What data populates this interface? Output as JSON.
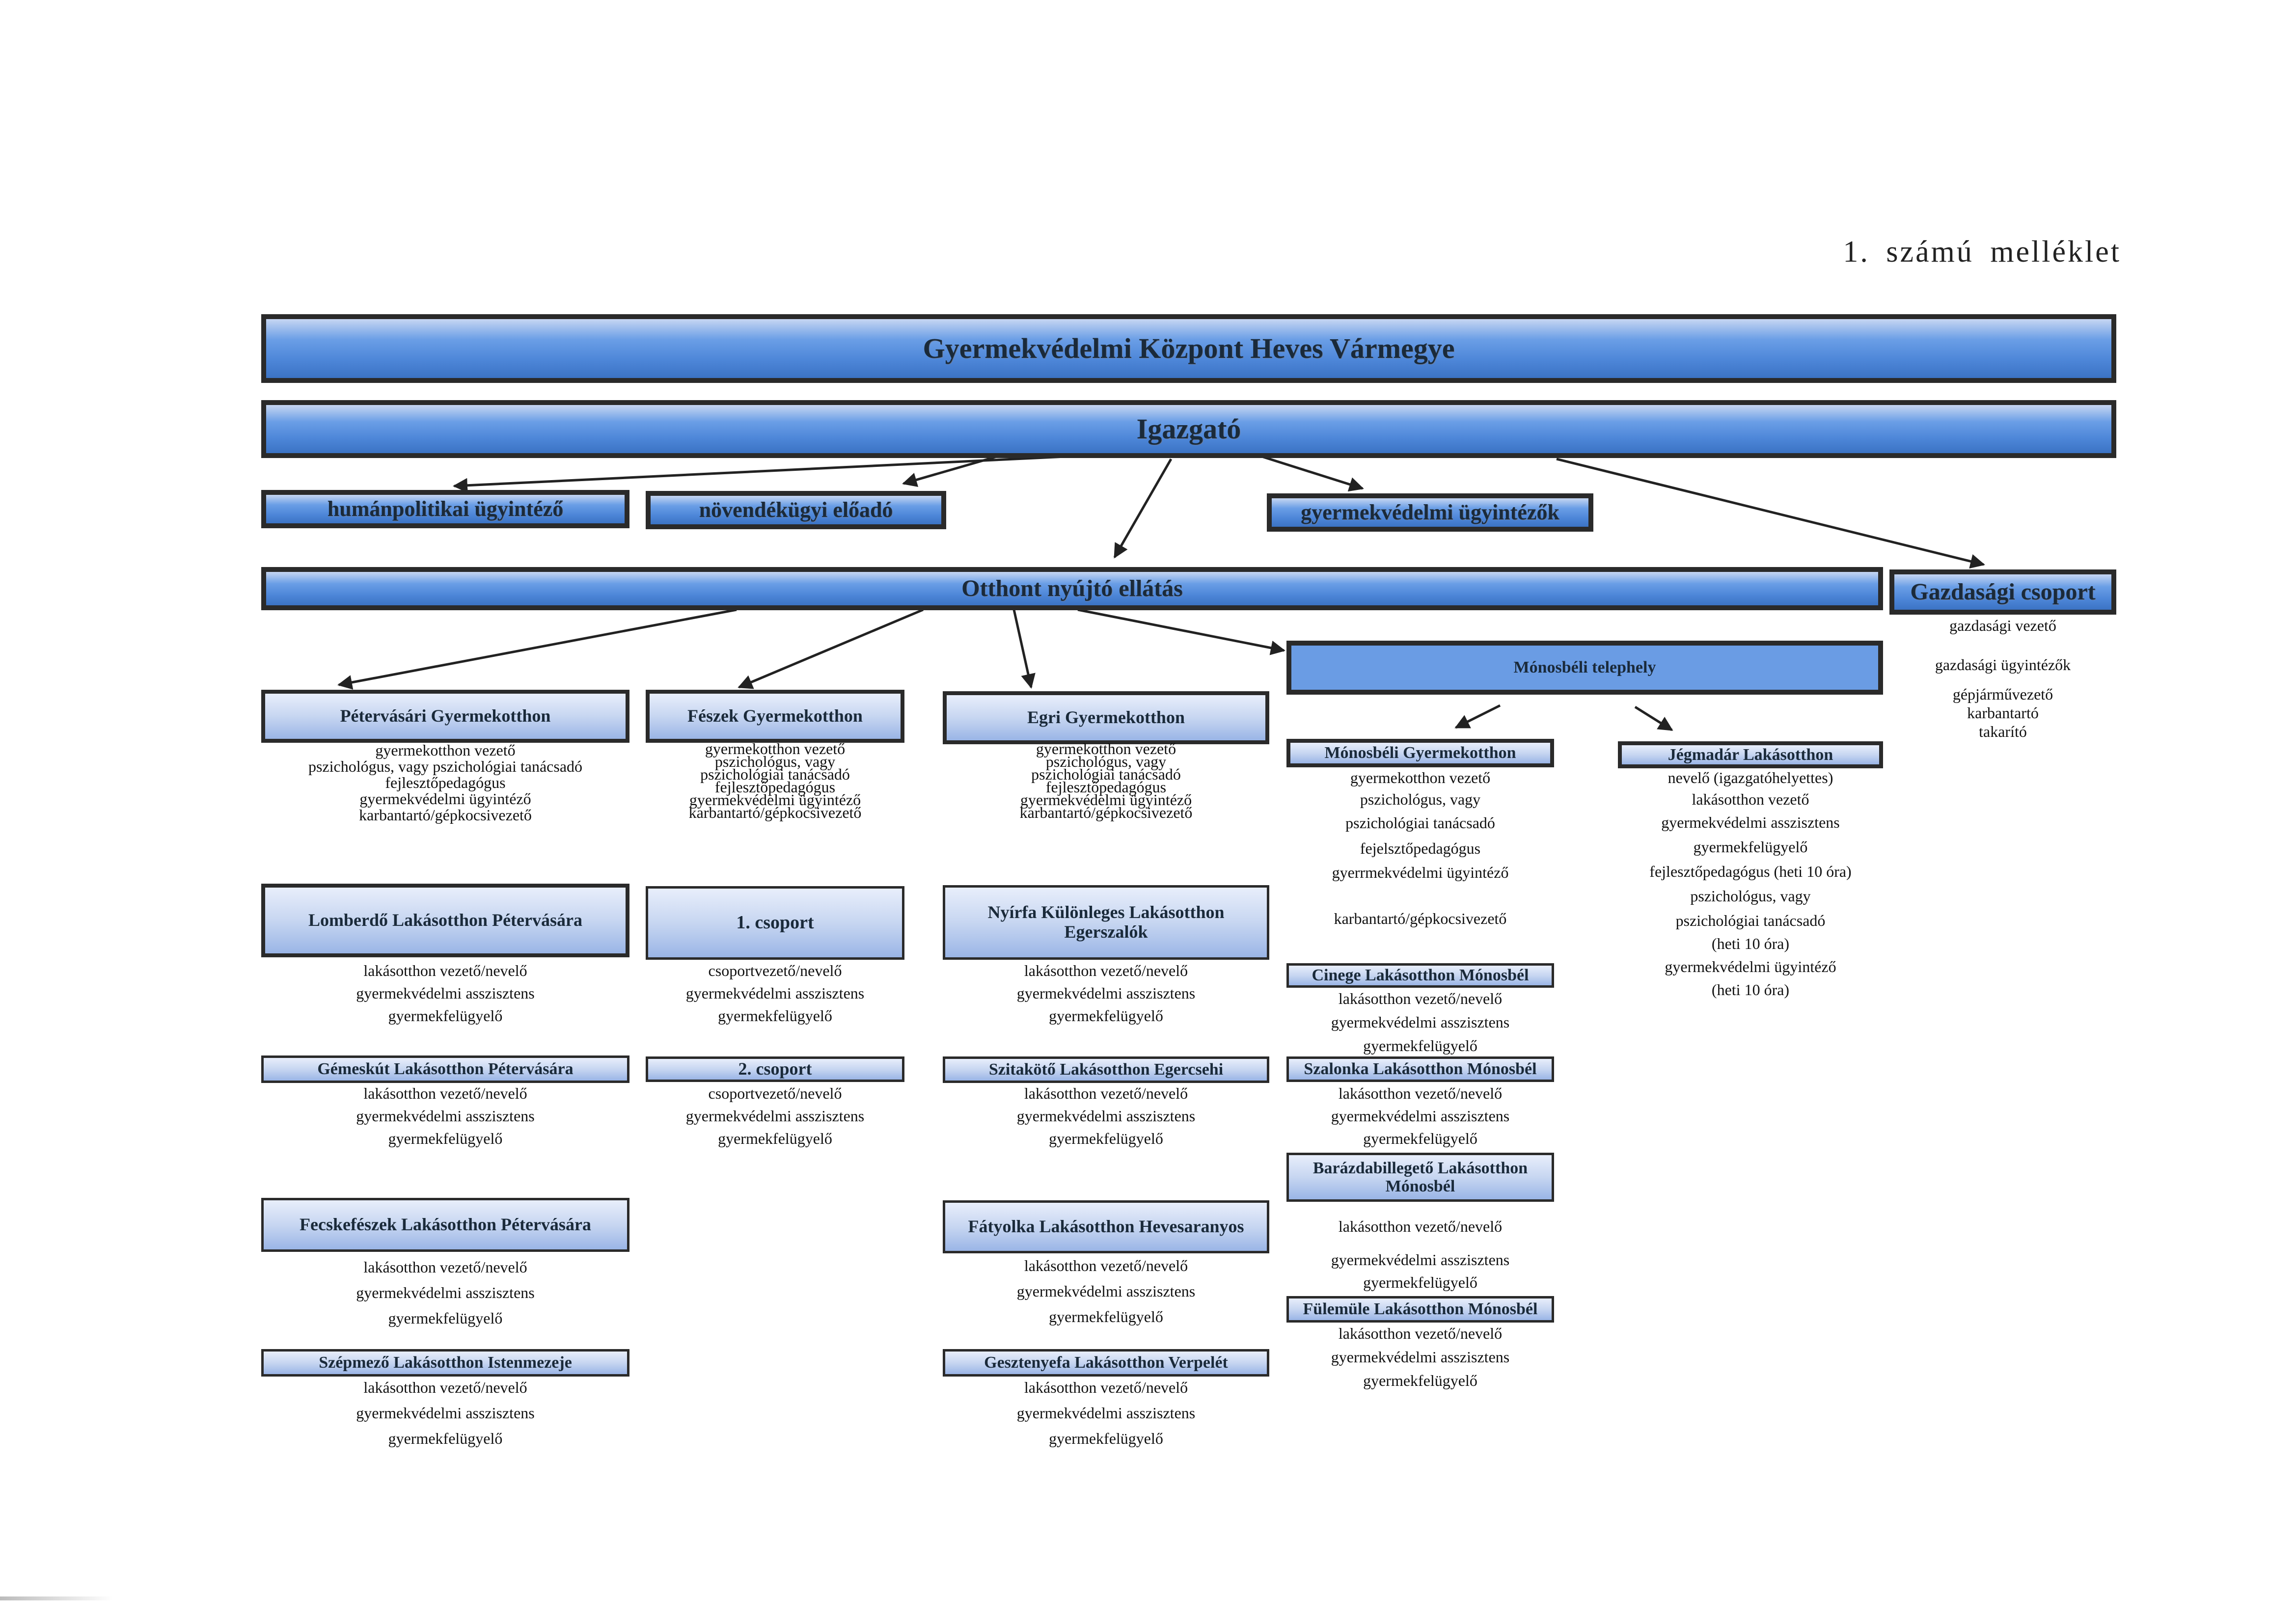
{
  "caption": "1. számú melléklet",
  "org": {
    "root": "Gyermekvédelmi Központ Heves Vármegye",
    "director": "Igazgató",
    "staff": [
      "humánpolitikai ügyintéző",
      "növendékügyi előadó",
      "gyermekvédelmi ügyintézők"
    ],
    "care_unit": "Otthont nyújtó ellátás",
    "economic": {
      "title": "Gazdasági csoport",
      "roles": [
        "gazdasági vezető",
        "gazdasági ügyintézők",
        "gépjárművezető",
        "karbantartó",
        "takarító"
      ]
    },
    "site": "Mónosbéli telephely",
    "columns": [
      {
        "title": "Pétervásári Gyermekotthon",
        "roles": [
          "gyermekotthon vezető",
          "pszichológus, vagy pszichológiai tanácsadó",
          "fejlesztőpedagógus",
          "gyermekvédelmi ügyintéző",
          "karbantartó/gépkocsivezető"
        ],
        "units": [
          {
            "title": "Lomberdő Lakásotthon Pétervására",
            "roles": [
              "lakásotthon vezető/nevelő",
              "gyermekvédelmi asszisztens",
              "gyermekfelügyelő"
            ]
          },
          {
            "title": "Gémeskút Lakásotthon Pétervására",
            "roles": [
              "lakásotthon vezető/nevelő",
              "gyermekvédelmi asszisztens",
              "gyermekfelügyelő"
            ]
          },
          {
            "title": "Fecskefészek Lakásotthon Pétervására",
            "roles": [
              "lakásotthon vezető/nevelő",
              "gyermekvédelmi asszisztens",
              "gyermekfelügyelő"
            ]
          },
          {
            "title": "Szépmező Lakásotthon Istenmezeje",
            "roles": [
              "lakásotthon vezető/nevelő",
              "gyermekvédelmi asszisztens",
              "gyermekfelügyelő"
            ]
          }
        ]
      },
      {
        "title": "Fészek Gyermekotthon",
        "roles": [
          "gyermekotthon vezető",
          "pszichológus, vagy",
          "pszichológiai tanácsadó",
          "fejlesztőpedagógus",
          "gyermekvédelmi ügyintéző",
          "karbantartó/gépkocsivezető"
        ],
        "units": [
          {
            "title": "1. csoport",
            "roles": [
              "csoportvezető/nevelő",
              "gyermekvédelmi asszisztens",
              "gyermekfelügyelő"
            ]
          },
          {
            "title": "2. csoport",
            "roles": [
              "csoportvezető/nevelő",
              "gyermekvédelmi asszisztens",
              "gyermekfelügyelő"
            ]
          }
        ]
      },
      {
        "title": "Egri Gyermekotthon",
        "roles": [
          "gyermekotthon vezető",
          "pszichológus, vagy",
          "pszichológiai tanácsadó",
          "fejlesztőpedagógus",
          "gyermekvédelmi ügyintéző",
          "karbantartó/gépkocsivezető"
        ],
        "units": [
          {
            "title_lines": [
              "Nyírfa Különleges Lakásotthon",
              "Egerszalók"
            ],
            "roles": [
              "lakásotthon vezető/nevelő",
              "gyermekvédelmi asszisztens",
              "gyermekfelügyelő"
            ]
          },
          {
            "title": "Szitakötő Lakásotthon Egercsehi",
            "roles": [
              "lakásotthon vezető/nevelő",
              "gyermekvédelmi asszisztens",
              "gyermekfelügyelő"
            ]
          },
          {
            "title": "Fátyolka Lakásotthon Hevesaranyos",
            "roles": [
              "lakásotthon vezető/nevelő",
              "gyermekvédelmi asszisztens",
              "gyermekfelügyelő"
            ]
          },
          {
            "title": "Gesztenyefa Lakásotthon Verpelét",
            "roles": [
              "lakásotthon vezető/nevelő",
              "gyermekvédelmi asszisztens",
              "gyermekfelügyelő"
            ]
          }
        ]
      },
      {
        "title": "Mónosbéli Gyermekotthon",
        "roles": [
          "gyermekotthon vezető",
          "pszichológus, vagy",
          "pszichológiai tanácsadó",
          "fejelsztőpedagógus",
          "gyerrmekvédelmi ügyintéző",
          "karbantartó/gépkocsivezető"
        ],
        "units": [
          {
            "title": "Cinege Lakásotthon Mónosbél",
            "roles": [
              "lakásotthon vezető/nevelő",
              "gyermekvédelmi asszisztens",
              "gyermekfelügyelő"
            ]
          },
          {
            "title": "Szalonka Lakásotthon Mónosbél",
            "roles": [
              "lakásotthon vezető/nevelő",
              "gyermekvédelmi asszisztens",
              "gyermekfelügyelő"
            ]
          },
          {
            "title_lines": [
              "Barázdabillegető Lakásotthon",
              "Mónosbél"
            ],
            "roles": [
              "lakásotthon vezető/nevelő",
              "gyermekvédelmi asszisztens",
              "gyermekfelügyelő"
            ]
          },
          {
            "title": "Fülemüle Lakásotthon Mónosbél",
            "roles": [
              "lakásotthon vezető/nevelő",
              "gyermekvédelmi asszisztens",
              "gyermekfelügyelő"
            ]
          }
        ]
      },
      {
        "title": "Jégmadár Lakásotthon",
        "roles": [
          "nevelő (igazgatóhelyettes)",
          "lakásotthon vezető",
          "gyermekvédelmi asszisztens",
          "gyermekfelügyelő",
          "fejlesztőpedagógus (heti 10 óra)",
          "pszichológus, vagy",
          "pszichológiai tanácsadó",
          "(heti 10 óra)",
          "gyermekvédelmi ügyintéző",
          "(heti 10 óra)"
        ]
      }
    ]
  },
  "colors": {
    "box_blue": "#4d86d8",
    "box_light": "#c7d6f1",
    "border": "#2a2a2a"
  }
}
